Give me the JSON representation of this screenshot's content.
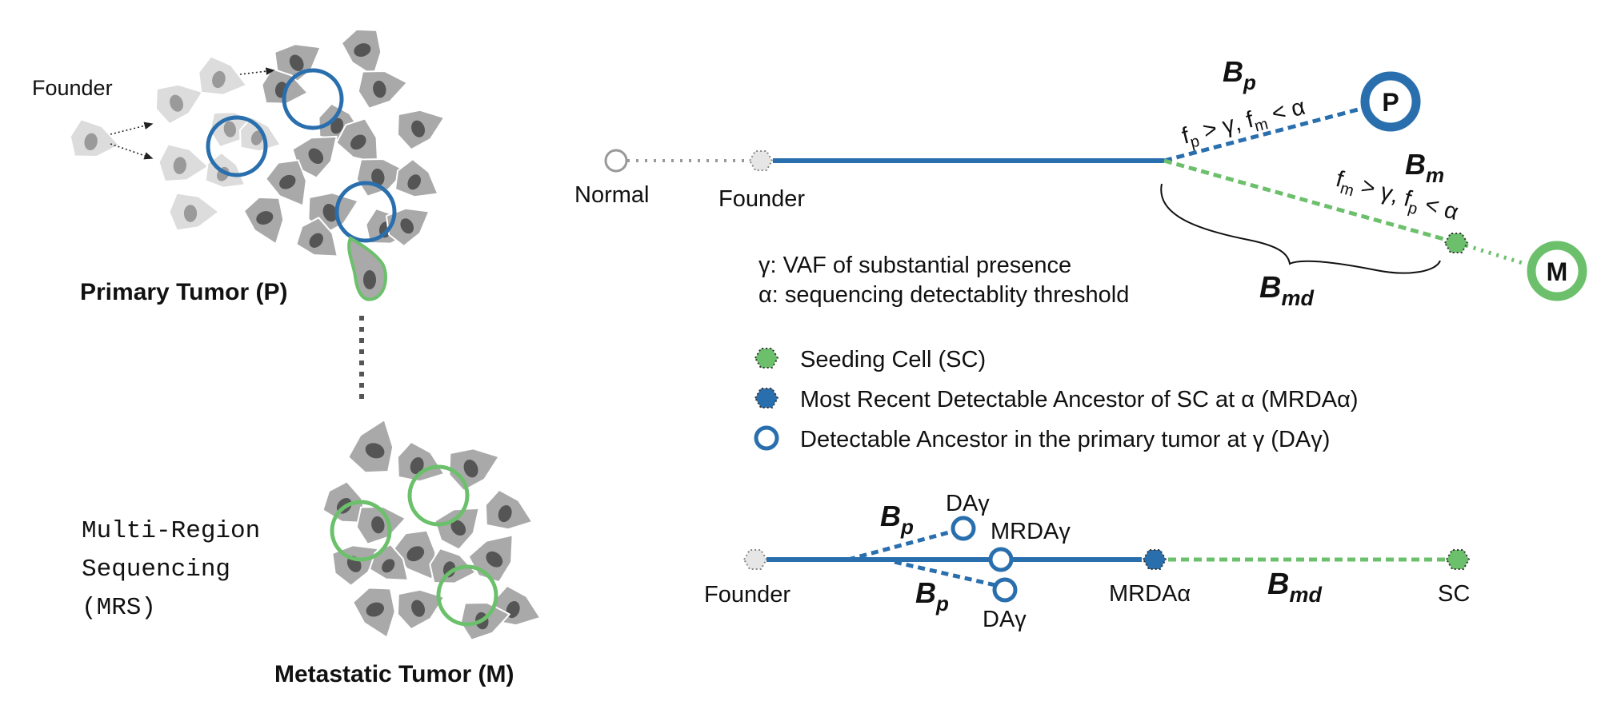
{
  "colors": {
    "blue": "#2a6fad",
    "green": "#6cc06c",
    "gray_cell": "#a9a9a9",
    "light_cell": "#dcdcdc",
    "nucleus_dark": "#555555",
    "nucleus_light": "#9a9a9a",
    "text": "#111111"
  },
  "icons": {
    "primary_tumor": "tumor-cell-cluster",
    "metastatic_tumor": "tumor-cell-cluster",
    "seeding_cell": "green-dotted-hexagon",
    "mrda": "blue-dotted-hexagon",
    "detectable_ancestor": "blue-ring"
  },
  "left_panel": {
    "founder_label": "Founder",
    "primary_tumor_label": "Primary Tumor (P)",
    "mrs_label_line1": "Multi-Region",
    "mrs_label_line2": "Sequencing",
    "mrs_label_line3": "(MRS)",
    "metastatic_tumor_label": "Metastatic Tumor (M)"
  },
  "tree": {
    "normal_label": "Normal",
    "founder_label": "Founder",
    "P_node": "P",
    "M_node": "M",
    "Bp": {
      "base": "B",
      "sub": "p"
    },
    "Bm": {
      "base": "B",
      "sub": "m"
    },
    "Bmd": {
      "base": "B",
      "sub": "md"
    },
    "cond_p": {
      "a": "f",
      "a_sub": "p",
      "b": " > γ, ",
      "c": "f",
      "c_sub": "m",
      "d": " < α"
    },
    "cond_m": {
      "a": "f",
      "a_sub": "m",
      "b": " > γ, ",
      "c": "f",
      "c_sub": "p",
      "d": " < α"
    },
    "gamma_def": "γ: VAF of substantial presence",
    "alpha_def": "α: sequencing detectablity threshold"
  },
  "legend": {
    "items": [
      {
        "label": "Seeding Cell (SC)"
      },
      {
        "label": "Most Recent Detectable Ancestor of SC at α (MRDAα)"
      },
      {
        "label": "Detectable Ancestor in the primary tumor at γ (DAγ)"
      }
    ]
  },
  "bottom_tree": {
    "founder_label": "Founder",
    "day_top": "DAγ",
    "day_bottom": "DAγ",
    "mrday": "MRDAγ",
    "mrda_alpha": "MRDAα",
    "sc": "SC",
    "Bp_upper": {
      "base": "B",
      "sub": "p"
    },
    "Bp_lower": {
      "base": "B",
      "sub": "p"
    },
    "Bmd": {
      "base": "B",
      "sub": "md"
    }
  }
}
